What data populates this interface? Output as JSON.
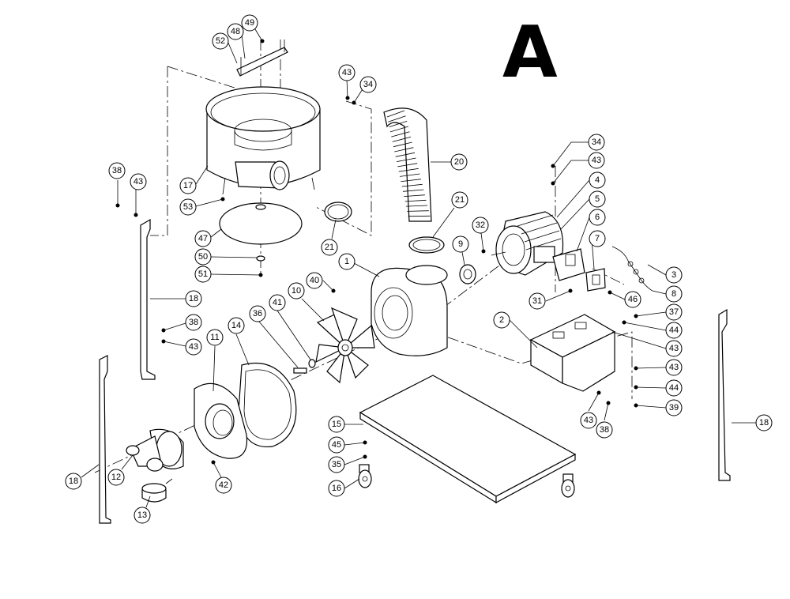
{
  "sheet_letter": "A",
  "callouts": [
    {
      "label": "52"
    },
    {
      "label": "48"
    },
    {
      "label": "49"
    },
    {
      "label": "43"
    },
    {
      "label": "34"
    },
    {
      "label": "20"
    },
    {
      "label": "17"
    },
    {
      "label": "53"
    },
    {
      "label": "47"
    },
    {
      "label": "50"
    },
    {
      "label": "51"
    },
    {
      "label": "21"
    },
    {
      "label": "21"
    },
    {
      "label": "38"
    },
    {
      "label": "43"
    },
    {
      "label": "18"
    },
    {
      "label": "38"
    },
    {
      "label": "43"
    },
    {
      "label": "1"
    },
    {
      "label": "40"
    },
    {
      "label": "41"
    },
    {
      "label": "10"
    },
    {
      "label": "36"
    },
    {
      "label": "14"
    },
    {
      "label": "11"
    },
    {
      "label": "9"
    },
    {
      "label": "32"
    },
    {
      "label": "34"
    },
    {
      "label": "43"
    },
    {
      "label": "4"
    },
    {
      "label": "5"
    },
    {
      "label": "6"
    },
    {
      "label": "7"
    },
    {
      "label": "3"
    },
    {
      "label": "8"
    },
    {
      "label": "31"
    },
    {
      "label": "46"
    },
    {
      "label": "2"
    },
    {
      "label": "37"
    },
    {
      "label": "44"
    },
    {
      "label": "43"
    },
    {
      "label": "43"
    },
    {
      "label": "44"
    },
    {
      "label": "39"
    },
    {
      "label": "43"
    },
    {
      "label": "38"
    },
    {
      "label": "18"
    },
    {
      "label": "15"
    },
    {
      "label": "45"
    },
    {
      "label": "35"
    },
    {
      "label": "16"
    },
    {
      "label": "18"
    },
    {
      "label": "12"
    },
    {
      "label": "13"
    },
    {
      "label": "42"
    }
  ]
}
